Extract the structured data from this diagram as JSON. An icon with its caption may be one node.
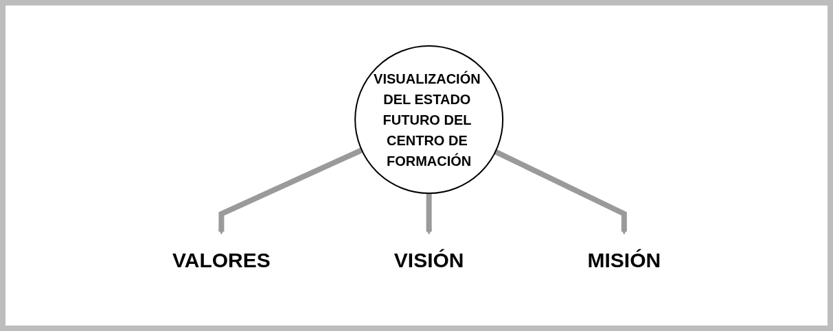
{
  "diagram": {
    "nodes": [
      {
        "text": [
          "VALORES"
        ]
      },
      {
        "text": [
          "VISUALIZACIÓN DEL ESTADO FUTURO DEL CENTRO DE FORMACIÓN"
        ]
      },
      {
        "text": [
          "VISIÓN"
        ]
      },
      {
        "text": [
          "MISIÓN"
        ]
      }
    ],
    "edges": [
      {
        "from": 1,
        "to": 0,
        "arrow": "to"
      },
      {
        "from": 1,
        "to": 2,
        "arrow": "to"
      },
      {
        "from": 1,
        "to": 3,
        "arrow": "to"
      }
    ]
  }
}
